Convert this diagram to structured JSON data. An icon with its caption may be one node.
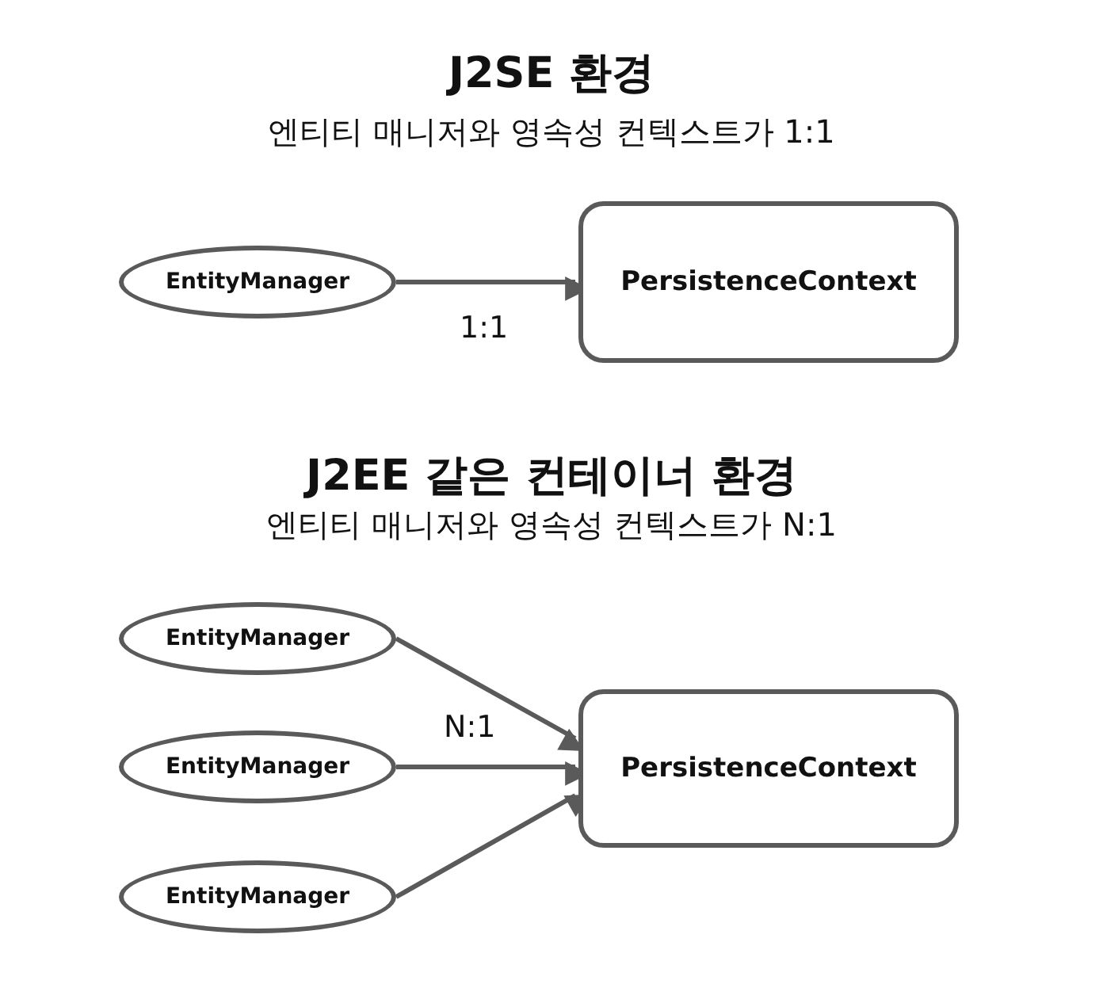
{
  "diagram": {
    "nodes": [
      {
        "text": [
          "EntityManager"
        ]
      },
      {
        "text": [
          "PersistenceContext"
        ]
      },
      {
        "text": [
          "EntityManager"
        ]
      },
      {
        "text": [
          "EntityManager"
        ]
      },
      {
        "text": [
          "EntityManager"
        ]
      },
      {
        "text": [
          "PersistenceContext"
        ]
      }
    ],
    "edges": [
      {
        "from": 0,
        "to": 1,
        "arrow": "to",
        "label": "1:1"
      },
      {
        "from": 2,
        "to": 5,
        "arrow": "to",
        "label": "N:1"
      },
      {
        "from": 3,
        "to": 5,
        "arrow": "to"
      },
      {
        "from": 4,
        "to": 5,
        "arrow": "to"
      }
    ],
    "labels": [
      "J2SE 환경",
      "엔티티 매니저와 영속성 컨텍스트가 1:1",
      "J2EE 같은 컨테이너 환경",
      "엔티티 매니저와 영속성 컨텍스트가 N:1"
    ]
  }
}
